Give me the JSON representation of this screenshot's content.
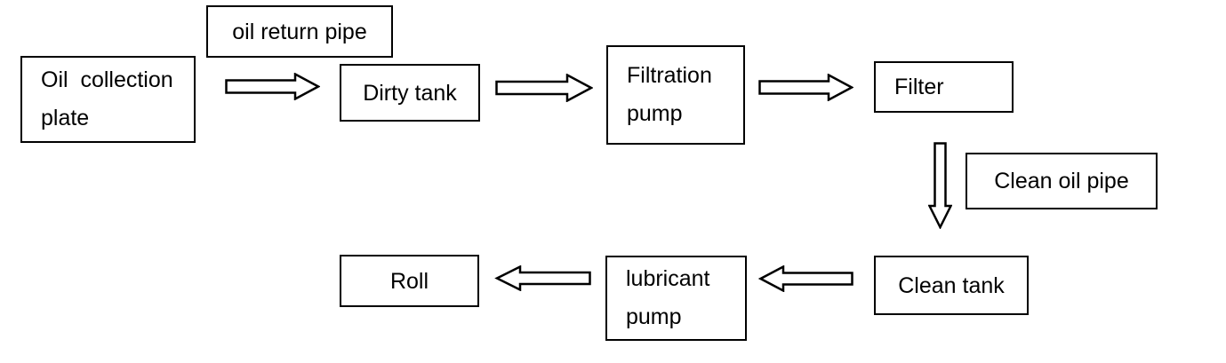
{
  "diagram": {
    "type": "flowchart",
    "background_color": "#ffffff",
    "line_color": "#000000",
    "box_fill_color": "#ffffff",
    "nodes": {
      "oil_collection_plate": {
        "line1": "Oil  collection",
        "line2": "plate"
      },
      "oil_return_pipe": {
        "label": "oil return pipe"
      },
      "dirty_tank": {
        "label": "Dirty tank"
      },
      "filtration_pump": {
        "line1": "Filtration",
        "line2": "pump"
      },
      "filter": {
        "label": "Filter"
      },
      "clean_oil_pipe": {
        "label": "Clean oil pipe"
      },
      "clean_tank": {
        "label": "Clean tank"
      },
      "lubricant_pump": {
        "line1": "lubricant",
        "line2": "pump"
      },
      "roll": {
        "label": "Roll"
      }
    },
    "edges": [
      {
        "from": "Oil collection plate",
        "to": "Dirty tank",
        "direction": "right",
        "via_label": "oil return pipe"
      },
      {
        "from": "Dirty tank",
        "to": "Filtration pump",
        "direction": "right"
      },
      {
        "from": "Filtration pump",
        "to": "Filter",
        "direction": "right"
      },
      {
        "from": "Filter",
        "to": "Clean tank",
        "direction": "down",
        "via_label": "Clean oil pipe"
      },
      {
        "from": "Clean tank",
        "to": "lubricant pump",
        "direction": "left"
      },
      {
        "from": "lubricant pump",
        "to": "Roll",
        "direction": "left"
      }
    ]
  }
}
